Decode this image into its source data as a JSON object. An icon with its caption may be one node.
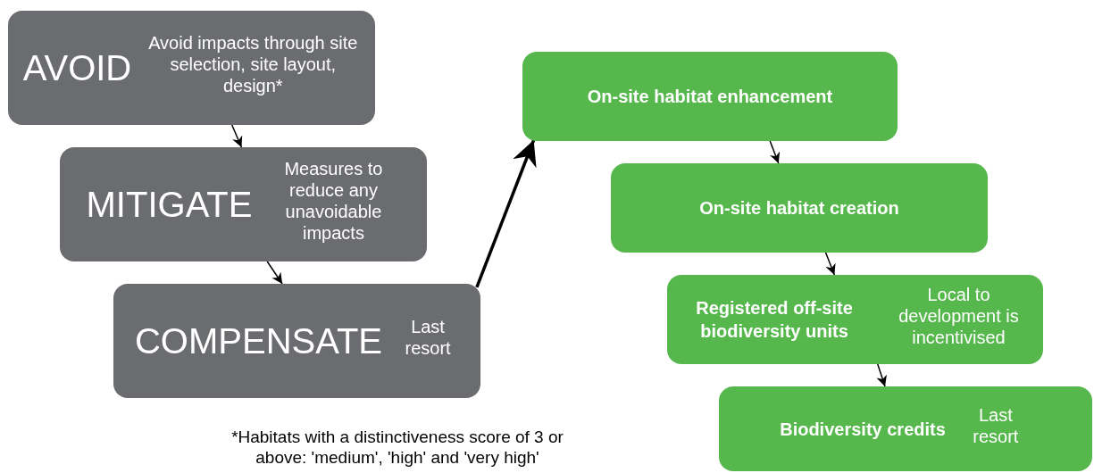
{
  "diagram": {
    "nodes": [
      {
        "text": [
          "AVOID",
          "Avoid impacts through site selection, site layout, design*"
        ]
      },
      {
        "text": [
          "MITIGATE",
          "Measures to reduce any unavoidable impacts"
        ]
      },
      {
        "text": [
          "COMPENSATE",
          "Last resort"
        ]
      },
      {
        "text": [
          "On-site habitat enhancement"
        ]
      },
      {
        "text": [
          "On-site habitat creation"
        ]
      },
      {
        "text": [
          "Registered off-site biodiversity units",
          "Local to development is incentivised"
        ]
      },
      {
        "text": [
          "Biodiversity credits",
          "Last resort"
        ]
      }
    ],
    "edges": [
      {
        "from": 0,
        "to": 1,
        "arrow": "to"
      },
      {
        "from": 1,
        "to": 2,
        "arrow": "to"
      },
      {
        "from": 2,
        "to": 3,
        "arrow": "to",
        "style": "thick"
      },
      {
        "from": 3,
        "to": 4,
        "arrow": "to"
      },
      {
        "from": 4,
        "to": 5,
        "arrow": "to"
      },
      {
        "from": 5,
        "to": 6,
        "arrow": "to"
      }
    ],
    "labels": [
      "*Habitats with a distinctiveness score of 3 or above: 'medium', 'high' and 'very high'"
    ]
  }
}
